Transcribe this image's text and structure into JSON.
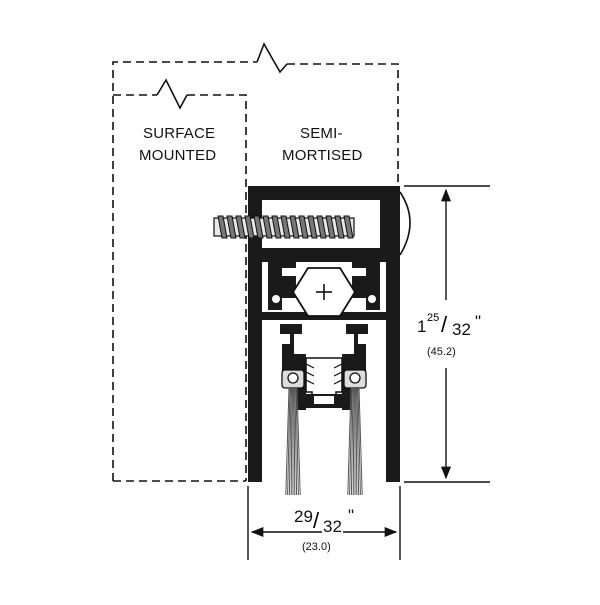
{
  "labels": {
    "surface_line1": "SURFACE",
    "surface_line2": "MOUNTED",
    "semi_line1": "SEMI-",
    "semi_line2": "MORTISED"
  },
  "height_dim": {
    "whole": "1",
    "numerator": "25",
    "denominator": "32",
    "unit": "\"",
    "metric": "(45.2)"
  },
  "width_dim": {
    "numerator": "29",
    "denominator": "32",
    "unit": "\"",
    "metric": "(23.0)"
  },
  "colors": {
    "ink": "#111111",
    "housing": "#1a1a1a",
    "brush": "#555555",
    "screw": "#777777"
  }
}
